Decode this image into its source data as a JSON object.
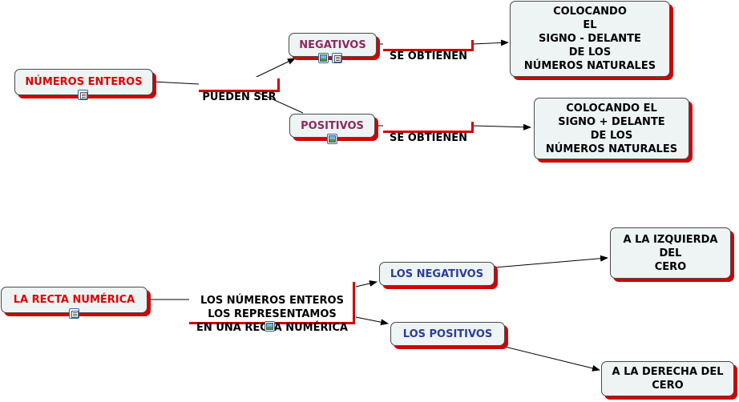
{
  "map1": {
    "root": "NÚMEROS ENTEROS",
    "link_main": "PUEDEN SER",
    "neg_node": "NEGATIVOS",
    "neg_link": "SE OBTIENEN",
    "neg_result": "COLOCANDO\nEL\nSIGNO - DELANTE\nDE LOS\nNÚMEROS NATURALES",
    "pos_node": "POSITIVOS",
    "pos_link": "SE OBTIENEN",
    "pos_result": "COLOCANDO EL\nSIGNO + DELANTE\nDE LOS\nNÚMEROS NATURALES"
  },
  "map2": {
    "root": "LA RECTA NUMÉRICA",
    "link_main": "LOS NÚMEROS ENTEROS\nLOS REPRESENTAMOS\nEN UNA RECTA NUMÉRICA",
    "neg_node": "LOS NEGATIVOS",
    "neg_result": "A LA IZQUIERDA\nDEL\nCERO",
    "pos_node": "LOS POSITIVOS",
    "pos_result": "A LA DERECHA DEL\nCERO"
  },
  "colors": {
    "shadow": "#d20000",
    "node_fill": "#eef3f3",
    "root_text": "#e00000",
    "map1_child_text": "#8b2a5c",
    "map2_child_text": "#2b3d9a"
  },
  "icons": [
    "document-icon",
    "image-icon"
  ]
}
